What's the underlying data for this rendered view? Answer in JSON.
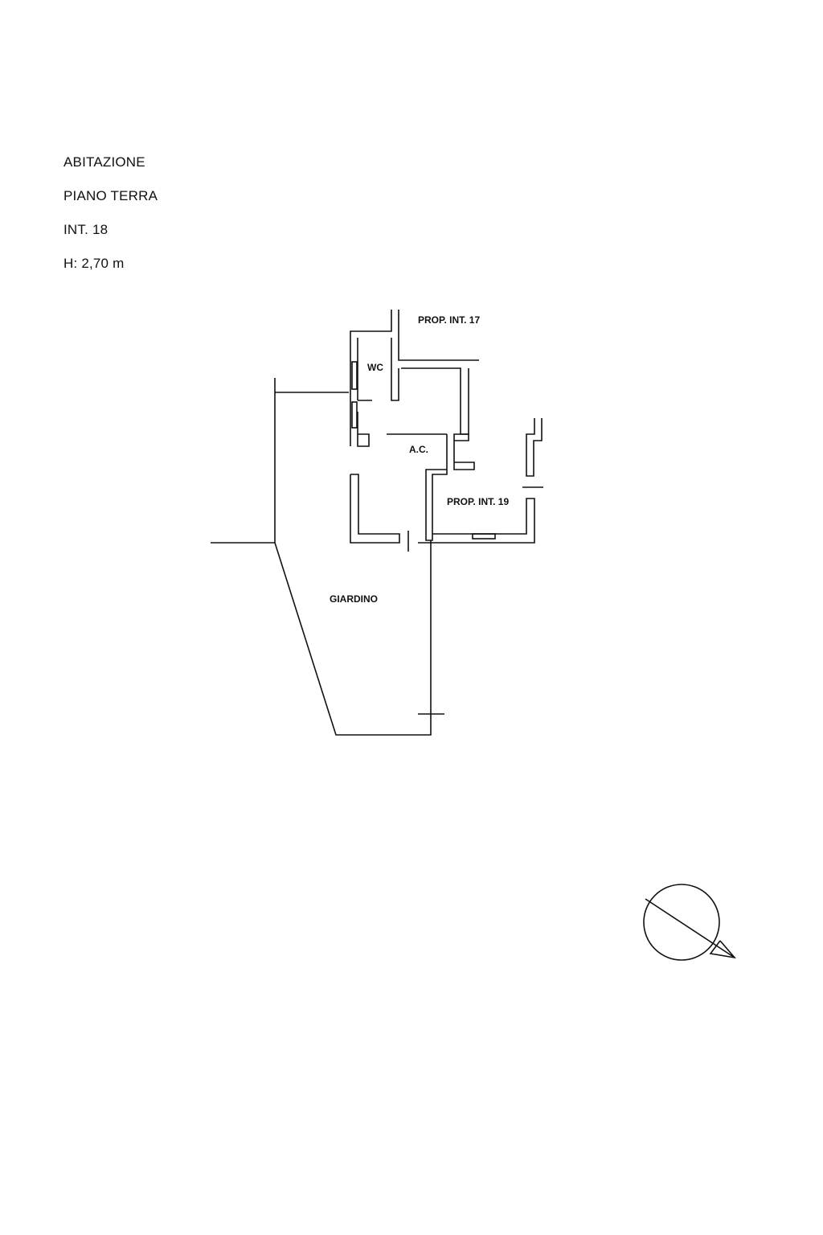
{
  "header": {
    "title": "ABITAZIONE",
    "floor": "PIANO TERRA",
    "unit": "INT. 18",
    "height": "H: 2,70 m"
  },
  "rooms": {
    "prop_int_17": "PROP. INT. 17",
    "wc": "WC",
    "ac": "A.C.",
    "prop_int_19": "PROP. INT. 19",
    "giardino": "GIARDINO"
  },
  "colors": {
    "ink": "#111111",
    "background": "#ffffff"
  },
  "compass": {
    "icon": "north-arrow-icon"
  }
}
